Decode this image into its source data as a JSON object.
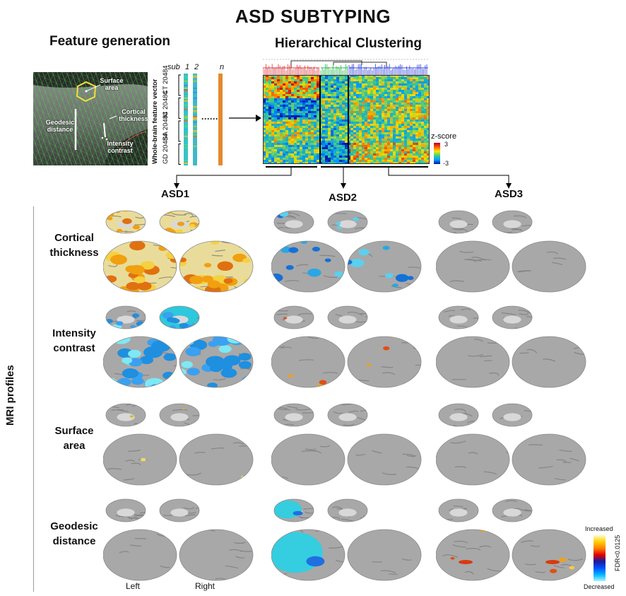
{
  "title": "ASD SUBTYPING",
  "feature_generation": {
    "heading": "Feature generation",
    "surface_labels": {
      "surface_area": "Surface\narea",
      "cortical_thickness": "Cortical\nthickness",
      "geodesic_distance": "Geodesic\ndistance",
      "intensity_contrast": "Intensity\ncontrast"
    },
    "vector_label": "Whole-brain feature vector",
    "column_labels": {
      "sub": "sub",
      "first": "1",
      "second": "2",
      "last": "n"
    },
    "feature_blocks": [
      {
        "code": "CT",
        "count": "20484"
      },
      {
        "code": "IC",
        "count": "20484"
      },
      {
        "code": "SA",
        "count": "20484"
      },
      {
        "code": "GD",
        "count": "20484"
      }
    ]
  },
  "clustering": {
    "heading": "Hierarchical Clustering",
    "colorbar_title": "z-score",
    "colorbar_max": "3",
    "colorbar_min": "-3",
    "cluster_colors": [
      "#d9363e",
      "#27b34a",
      "#2f3fd8"
    ]
  },
  "subtypes": [
    "ASD1",
    "ASD2",
    "ASD3"
  ],
  "side_title": "MRI profiles",
  "rows": [
    {
      "label": "Cortical\nthickness",
      "effects": [
        "inc-wide",
        "dec-patchy",
        "none"
      ]
    },
    {
      "label": "Intensity\ncontrast",
      "effects": [
        "dec-wide",
        "inc-small",
        "none"
      ]
    },
    {
      "label": "Surface\narea",
      "effects": [
        "inc-tiny",
        "none",
        "none"
      ]
    },
    {
      "label": "Geodesic\ndistance",
      "effects": [
        "none",
        "dec-frontal",
        "inc-small"
      ]
    }
  ],
  "hemisphere_labels": {
    "left": "Left",
    "right": "Right"
  },
  "legend": {
    "top": "Increased",
    "bottom": "Decreased",
    "side": "FDR<0.0125"
  }
}
